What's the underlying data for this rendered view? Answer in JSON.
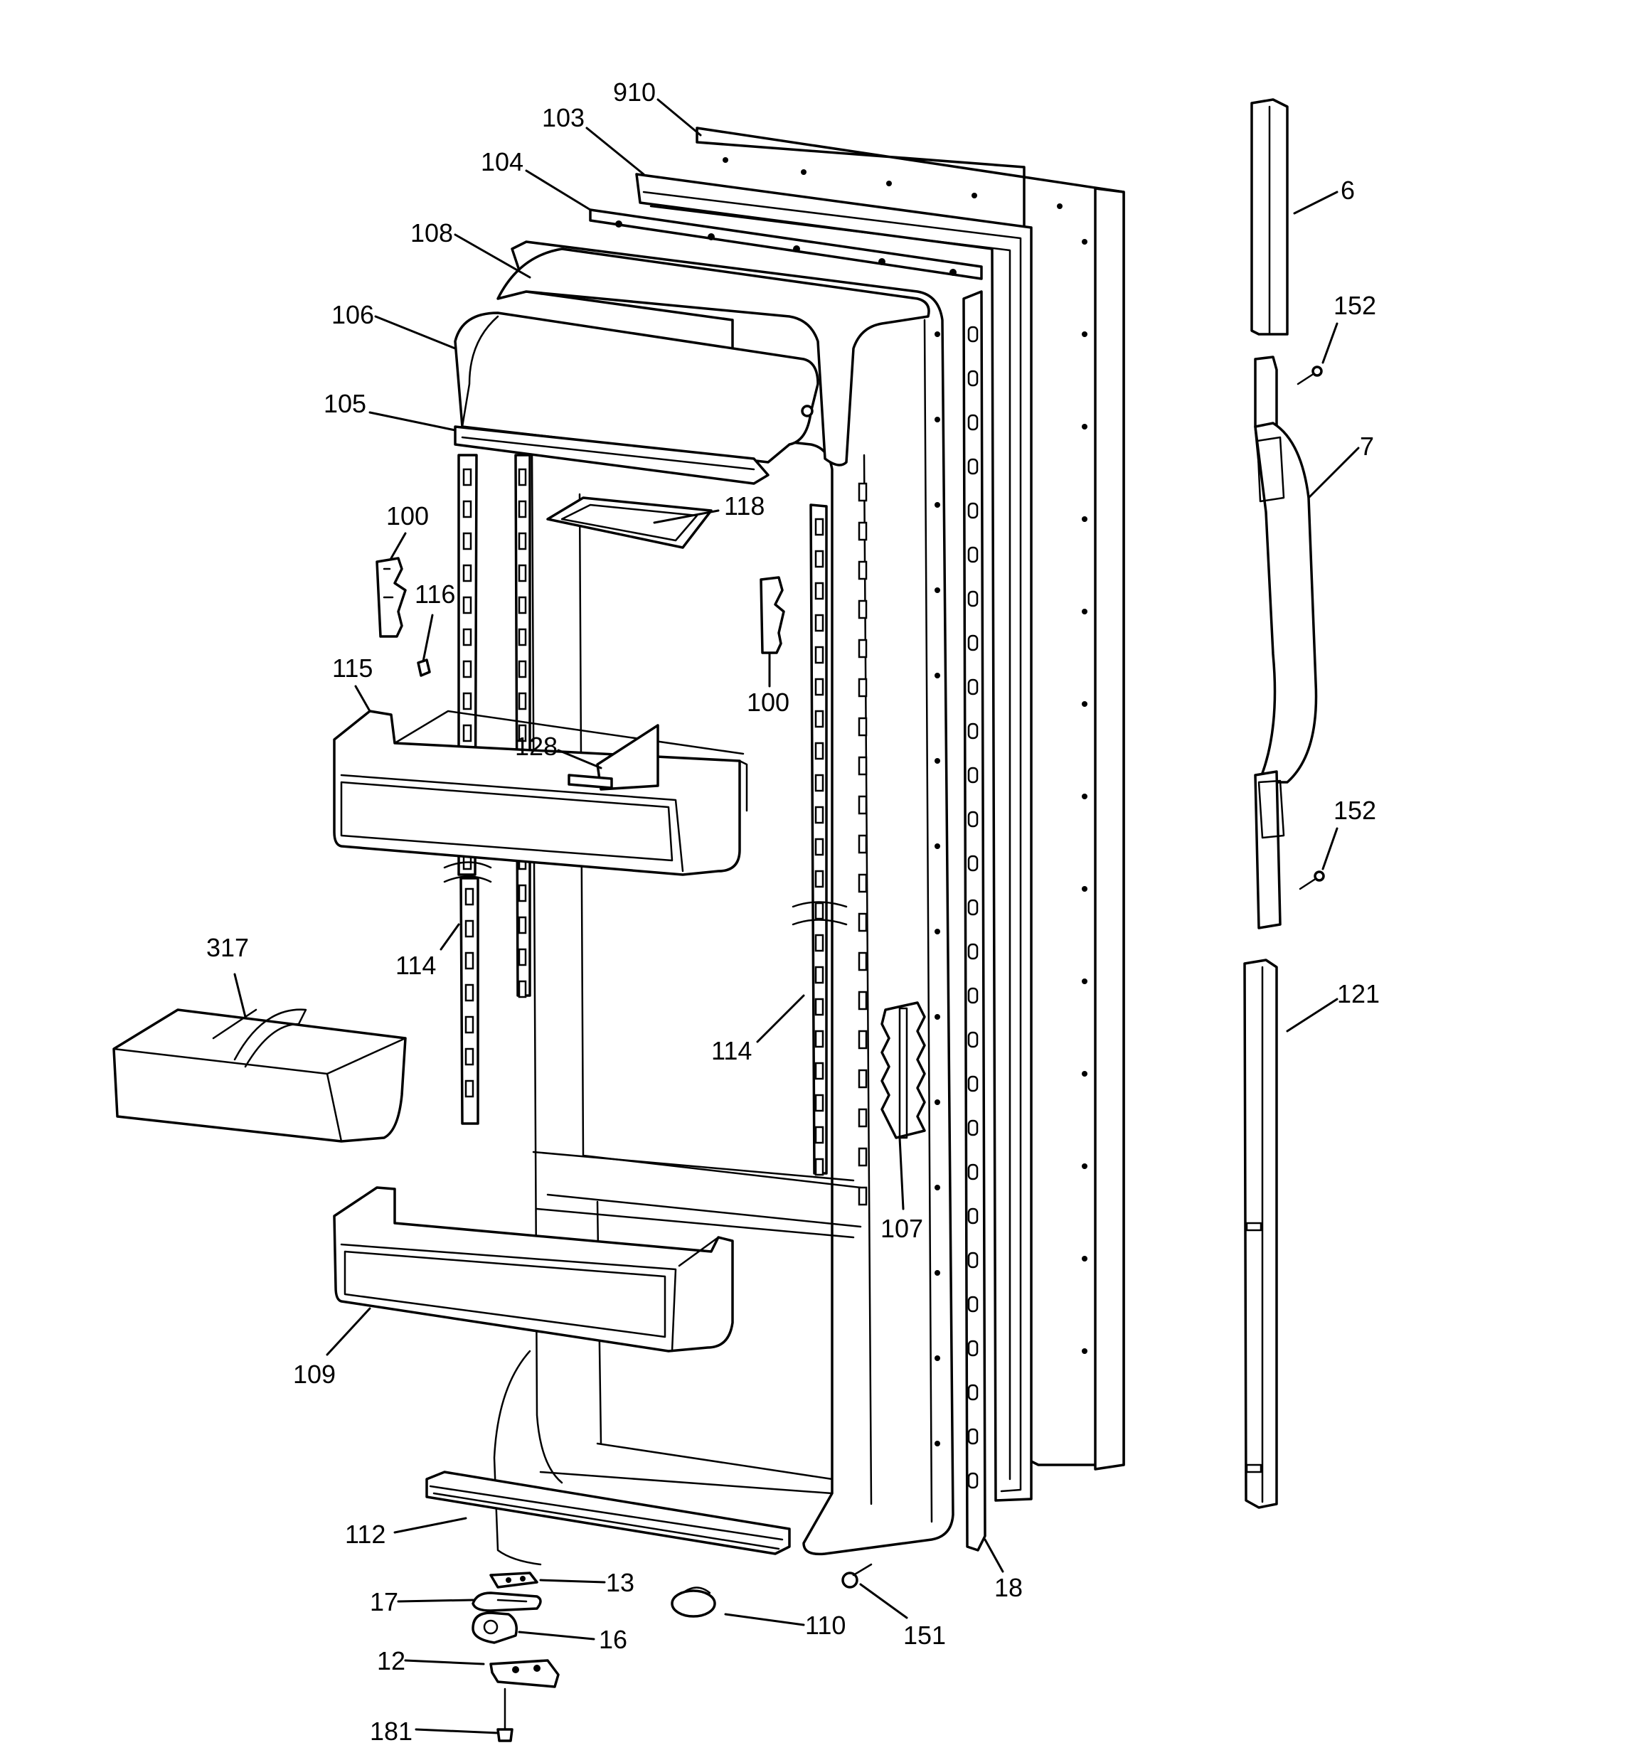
{
  "callouts": [
    {
      "id": "c910",
      "text": "910"
    },
    {
      "id": "c103",
      "text": "103"
    },
    {
      "id": "c104",
      "text": "104"
    },
    {
      "id": "c108",
      "text": "108"
    },
    {
      "id": "c106",
      "text": "106"
    },
    {
      "id": "c105",
      "text": "105"
    },
    {
      "id": "c100a",
      "text": "100"
    },
    {
      "id": "c116",
      "text": "116"
    },
    {
      "id": "c115",
      "text": "115"
    },
    {
      "id": "c118",
      "text": "118"
    },
    {
      "id": "c100b",
      "text": "100"
    },
    {
      "id": "c128",
      "text": "128"
    },
    {
      "id": "c317",
      "text": "317"
    },
    {
      "id": "c114a",
      "text": "114"
    },
    {
      "id": "c114b",
      "text": "114"
    },
    {
      "id": "c107",
      "text": "107"
    },
    {
      "id": "c109",
      "text": "109"
    },
    {
      "id": "c112",
      "text": "112"
    },
    {
      "id": "c13",
      "text": "13"
    },
    {
      "id": "c17",
      "text": "17"
    },
    {
      "id": "c16",
      "text": "16"
    },
    {
      "id": "c12",
      "text": "12"
    },
    {
      "id": "c181",
      "text": "181"
    },
    {
      "id": "c110",
      "text": "110"
    },
    {
      "id": "c151",
      "text": "151"
    },
    {
      "id": "c18",
      "text": "18"
    },
    {
      "id": "c6",
      "text": "6"
    },
    {
      "id": "c152a",
      "text": "152"
    },
    {
      "id": "c7",
      "text": "7"
    },
    {
      "id": "c152b",
      "text": "152"
    },
    {
      "id": "c121",
      "text": "121"
    }
  ]
}
